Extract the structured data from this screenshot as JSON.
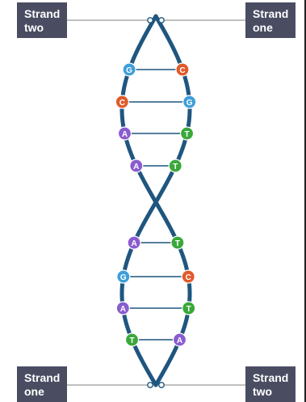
{
  "labels": {
    "top_left": {
      "line1": "Strand",
      "line2": "two"
    },
    "top_right": {
      "line1": "Strand",
      "line2": "one"
    },
    "bottom_left": {
      "line1": "Strand",
      "line2": "one"
    },
    "bottom_right": {
      "line1": "Strand",
      "line2": "two"
    }
  },
  "base_pairs": [
    {
      "left": "G",
      "right": "C"
    },
    {
      "left": "C",
      "right": "G"
    },
    {
      "left": "A",
      "right": "T"
    },
    {
      "left": "A",
      "right": "T"
    },
    {
      "left": "A",
      "right": "T"
    },
    {
      "left": "G",
      "right": "C"
    },
    {
      "left": "A",
      "right": "T"
    },
    {
      "left": "T",
      "right": "A"
    }
  ],
  "colors": {
    "G": "#3e9fd9",
    "C": "#e05a2a",
    "A": "#8a5ccf",
    "T": "#3aa83a",
    "strand": "#1f567f",
    "rung": "#1f567f",
    "label_bg": "#4a4d62",
    "leader_line": "#999999"
  }
}
